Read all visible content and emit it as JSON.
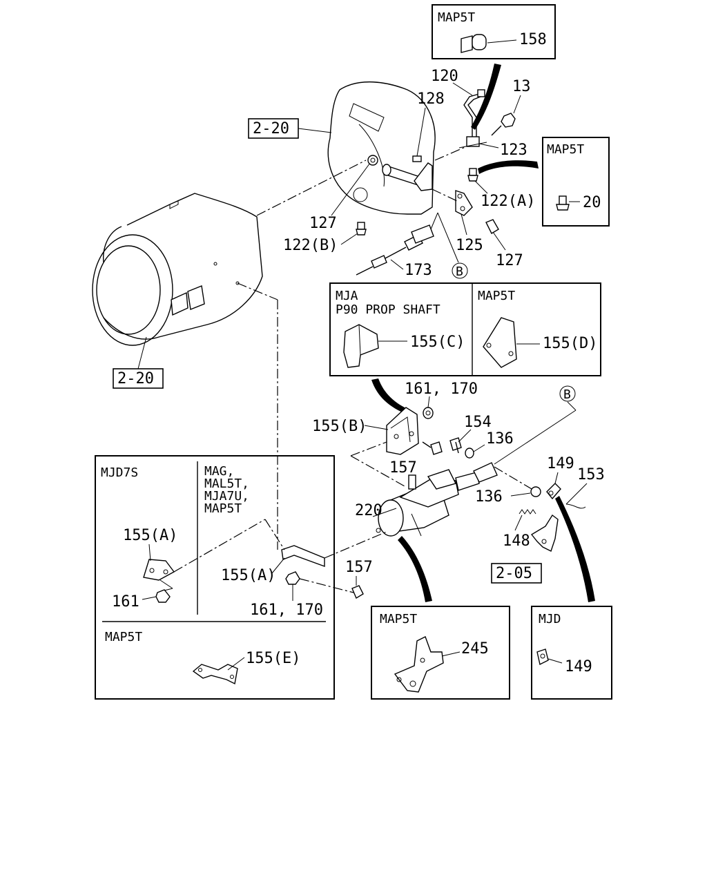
{
  "refs": {
    "r1": "2-20",
    "r2": "2-20",
    "r3": "2-05"
  },
  "callouts": {
    "c158": "158",
    "c120": "120",
    "c13": "13",
    "c128": "128",
    "c123": "123",
    "c122a": "122(A)",
    "c20": "20",
    "c127a": "127",
    "c122b": "122(B)",
    "c125": "125",
    "c127b": "127",
    "c173": "173",
    "cB1": "B",
    "c155c": "155(C)",
    "c155d": "155(D)",
    "c161_170a": "161, 170",
    "cB2": "B",
    "c155b": "155(B)",
    "c154": "154",
    "c136a": "136",
    "c157a": "157",
    "c149a": "149",
    "c153": "153",
    "c220": "220",
    "c136b": "136",
    "c148": "148",
    "c155a_inset": "155(A)",
    "c161": "161",
    "c155a": "155(A)",
    "c157b": "157",
    "c161_170b": "161, 170",
    "c155e": "155(E)",
    "c245": "245",
    "c149b": "149"
  },
  "insets": {
    "map5t_top": {
      "title": "MAP5T"
    },
    "map5t_right": {
      "title": "MAP5T"
    },
    "prop_shaft": {
      "left_title_1": "MJA",
      "left_title_2": "P90 PROP SHAFT",
      "right_title": "MAP5T"
    },
    "lower_left": {
      "left_title": "MJD7S",
      "right_title_1": "MAG,",
      "right_title_2": "MAL5T,",
      "right_title_3": "MJA7U,",
      "right_title_4": "MAP5T",
      "bottom_title": "MAP5T"
    },
    "map5t_bottom": {
      "title": "MAP5T"
    },
    "mjd": {
      "title": "MJD"
    }
  },
  "icons": {
    "leader_arrow": "curved-black-arrow-icon",
    "section_marker": "circled-letter-icon"
  }
}
